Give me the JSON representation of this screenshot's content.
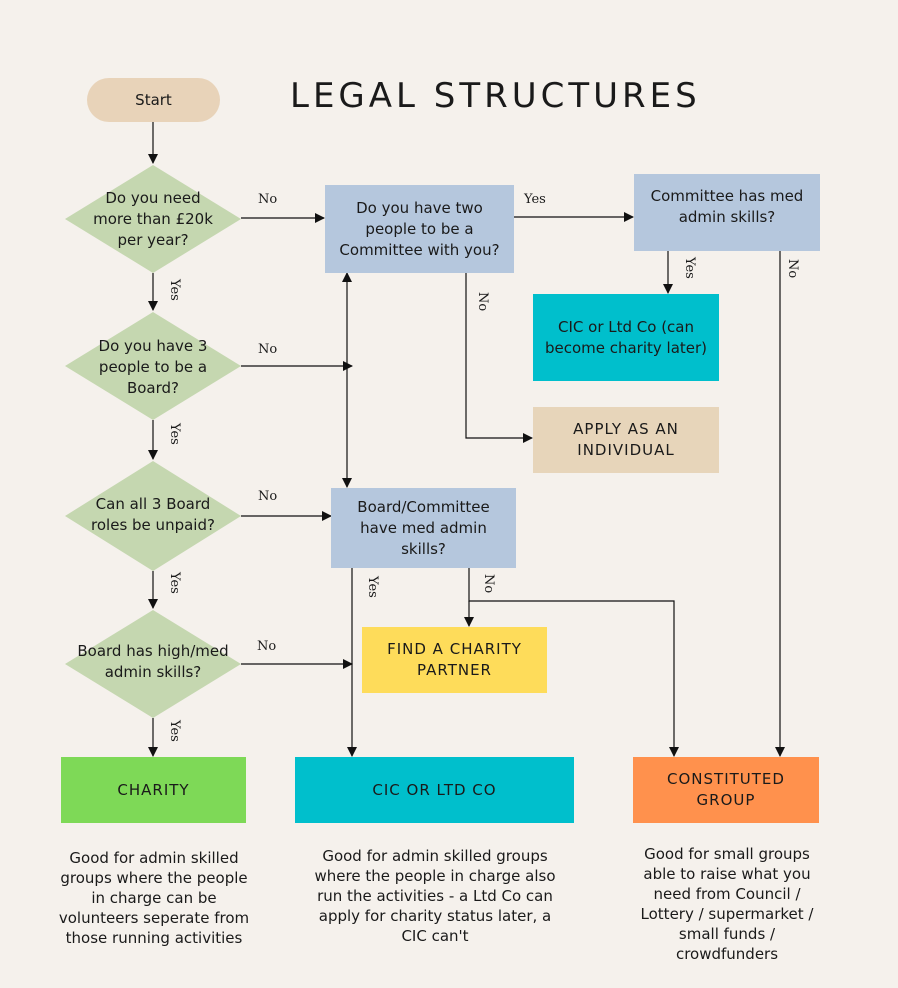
{
  "title": "LEGAL STRUCTURES",
  "nodes": {
    "start": "Start",
    "q_20k": "Do you need more than £20k per year?",
    "q_3_board": "Do you have 3 people to be a Board?",
    "q_unpaid": "Can all 3 Board roles be unpaid?",
    "q_board_skills": "Board has high/med admin skills?",
    "q_two_committee": "Do you have two people to be a Committee with you?",
    "q_committee_skills": "Committee has med admin skills?",
    "q_board_committee_skills": "Board/Committee have med admin skills?",
    "r_cic_ltd_later": "CIC or Ltd Co (can become charity later)",
    "r_individual": "APPLY AS AN INDIVIDUAL",
    "r_charity_partner": "FIND A CHARITY PARTNER",
    "r_charity": "CHARITY",
    "r_cic_ltd": "CIC OR LTD CO",
    "r_constituted": "CONSTITUTED GROUP"
  },
  "edge_labels": {
    "yes": "Yes",
    "no": "No"
  },
  "descriptions": {
    "charity": "Good for admin skilled groups where the people in charge can be volunteers seperate from those running activities",
    "cic_ltd": "Good for admin skilled groups where the people in charge also run the activities - a Ltd Co can apply for charity status later, a CIC can't",
    "constituted": "Good for small groups able to raise what you need from Council / Lottery / supermarket / small funds / crowdfunders"
  },
  "colors": {
    "background": "#f5f1ec",
    "start": "#e8d3b9",
    "decision": "#c5d7b0",
    "question_box": "#b5c7dd",
    "cic_teal": "#00bfcc",
    "individual": "#e7d5ba",
    "partner_yellow": "#fedc5a",
    "charity_green": "#7ed957",
    "constituted_orange": "#ff914d"
  }
}
